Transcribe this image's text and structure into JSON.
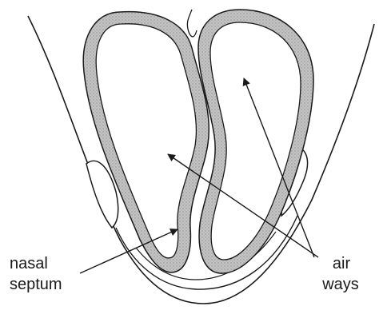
{
  "labels": {
    "nasal_septum_line1": "nasal",
    "nasal_septum_line2": "septum",
    "air_ways_line1": "air",
    "air_ways_line2": "ways"
  },
  "colors": {
    "ink": "#1a1a1a",
    "mucosa_fill": "#b9b9b9",
    "background": "#ffffff"
  }
}
